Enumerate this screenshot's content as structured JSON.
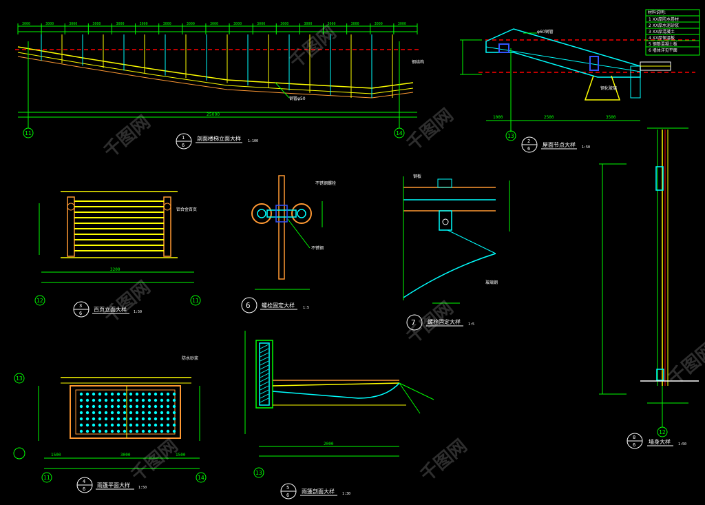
{
  "titles": {
    "t1": "剖面楼梯立面大样",
    "t2": "屋面节点大样",
    "t3": "百页立面大样",
    "t4": "螺栓固定大样",
    "t5": "螺栓固定大样",
    "t6": "雨篷平面大样",
    "t7": "雨篷剖面大样",
    "t8": "墙身大样"
  },
  "scales": {
    "t1": "1:100",
    "t2": "1:50",
    "t3": "1:50",
    "t4": "1:5",
    "t5": "1:5",
    "t6": "1:50",
    "t7": "1:30",
    "t8": "1:50"
  },
  "axis_labels": [
    "11",
    "14",
    "13",
    "12",
    "11",
    "13",
    "11",
    "14",
    "13",
    "12"
  ],
  "legend": {
    "header": "材料说明:",
    "rows": [
      "1 XX厚防水卷材",
      "2 XX厚水泥砂浆",
      "3 XX厚混凝土",
      "4 XX厚保温板",
      "5 钢筋混凝土板",
      "6 墙体详见平面"
    ]
  },
  "dims": {
    "top_row": [
      "3000",
      "3000",
      "3000",
      "3000",
      "3000",
      "3000",
      "3000",
      "3000",
      "3000",
      "3000",
      "3000",
      "3000",
      "3000",
      "3000",
      "3000",
      "3000",
      "3000"
    ],
    "total": "25000",
    "mid_2000": "2000",
    "r2_a": "1000",
    "r2_b": "2500",
    "r2_c": "3500",
    "p3": "3200",
    "p6_a": "1500",
    "p6_b": "3000",
    "p6_c": "1500"
  },
  "notes": {
    "n1": "钢管φ50",
    "n2": "φ60钢管",
    "n3": "铝合金百页",
    "n4": "不锈钢螺栓",
    "n5": "钢板",
    "n6": "玻璃钢",
    "n7": "不锈钢",
    "n8": "钢化玻璃",
    "n9": "防水砂浆",
    "n10": "钢结构"
  },
  "watermark": "千图网",
  "colors": {
    "bg": "#000000",
    "green": "#00ff00",
    "yellow": "#ffff00",
    "cyan": "#00ffff",
    "red": "#ff0000",
    "white": "#ffffff",
    "magenta": "#ff00ff",
    "orange": "#ff9933",
    "blue": "#3355ff"
  }
}
